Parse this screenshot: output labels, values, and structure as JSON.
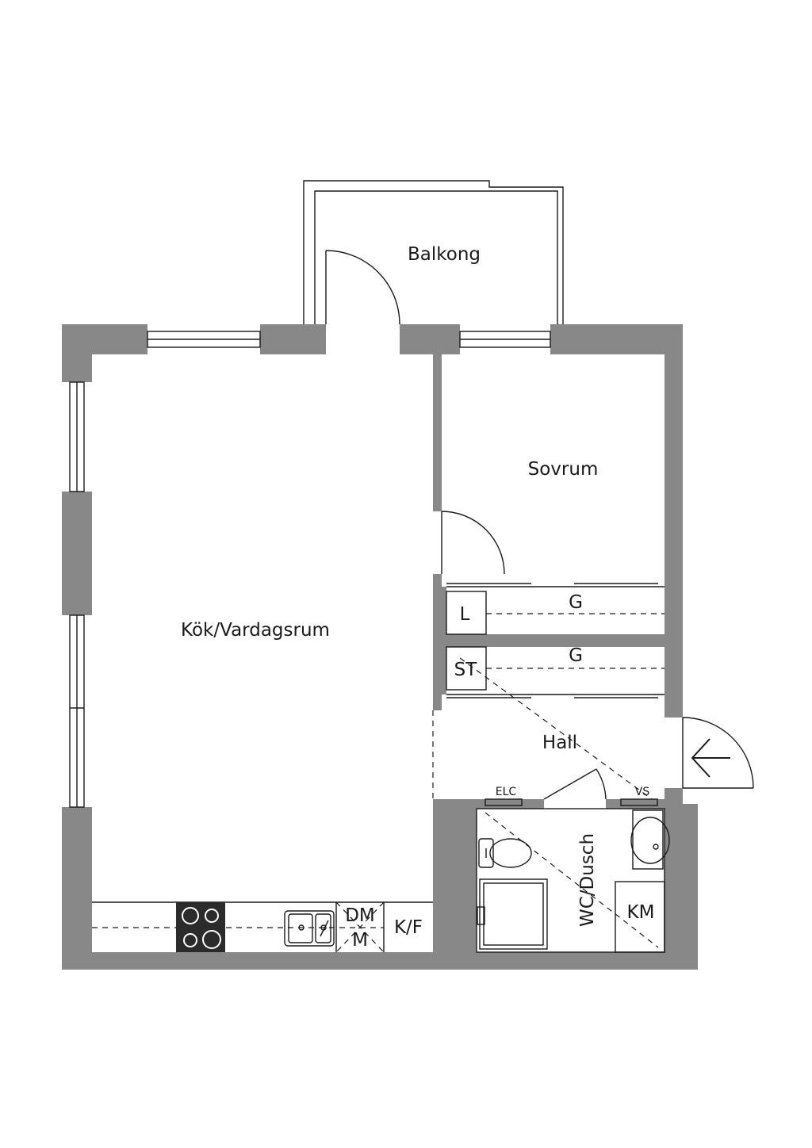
{
  "rooms": {
    "balcony": "Balkong",
    "bedroom": "Sovrum",
    "kitchen_living": "Kök/Vardagsrum",
    "hall": "Hall",
    "bathroom": "WC/Dusch"
  },
  "fixtures": {
    "linen": "L",
    "wardrobe_1": "G",
    "wardrobe_2": "G",
    "storage": "ST",
    "electric": "ELC",
    "water_heater": "VS",
    "washing_machine": "KM",
    "dishwasher": "DM",
    "microwave": "M",
    "fridge_freezer": "K/F"
  },
  "colors": {
    "wall": "#888888",
    "line": "#1a1a1a",
    "background": "#ffffff"
  }
}
